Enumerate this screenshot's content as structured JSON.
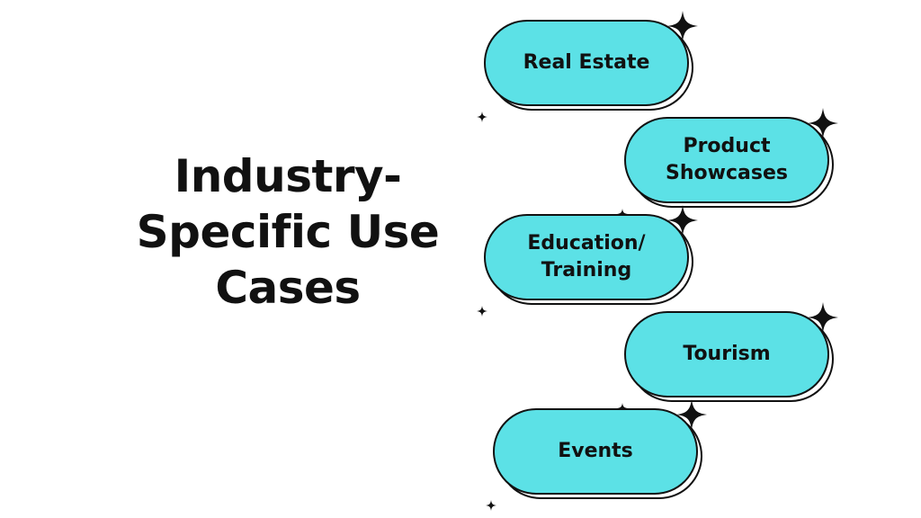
{
  "title": {
    "line1": "Industry-",
    "line2": "Specific Use",
    "line3": "Cases"
  },
  "colors": {
    "pill_fill": "#5ce1e6",
    "outline": "#111111"
  },
  "items": [
    {
      "label": "Real Estate"
    },
    {
      "label": "Product\nShowcases"
    },
    {
      "label": "Education/\nTraining"
    },
    {
      "label": "Tourism"
    },
    {
      "label": "Events"
    }
  ],
  "icons": {
    "corner": "four-point-sparkle-icon",
    "small": "small-sparkle-icon"
  }
}
